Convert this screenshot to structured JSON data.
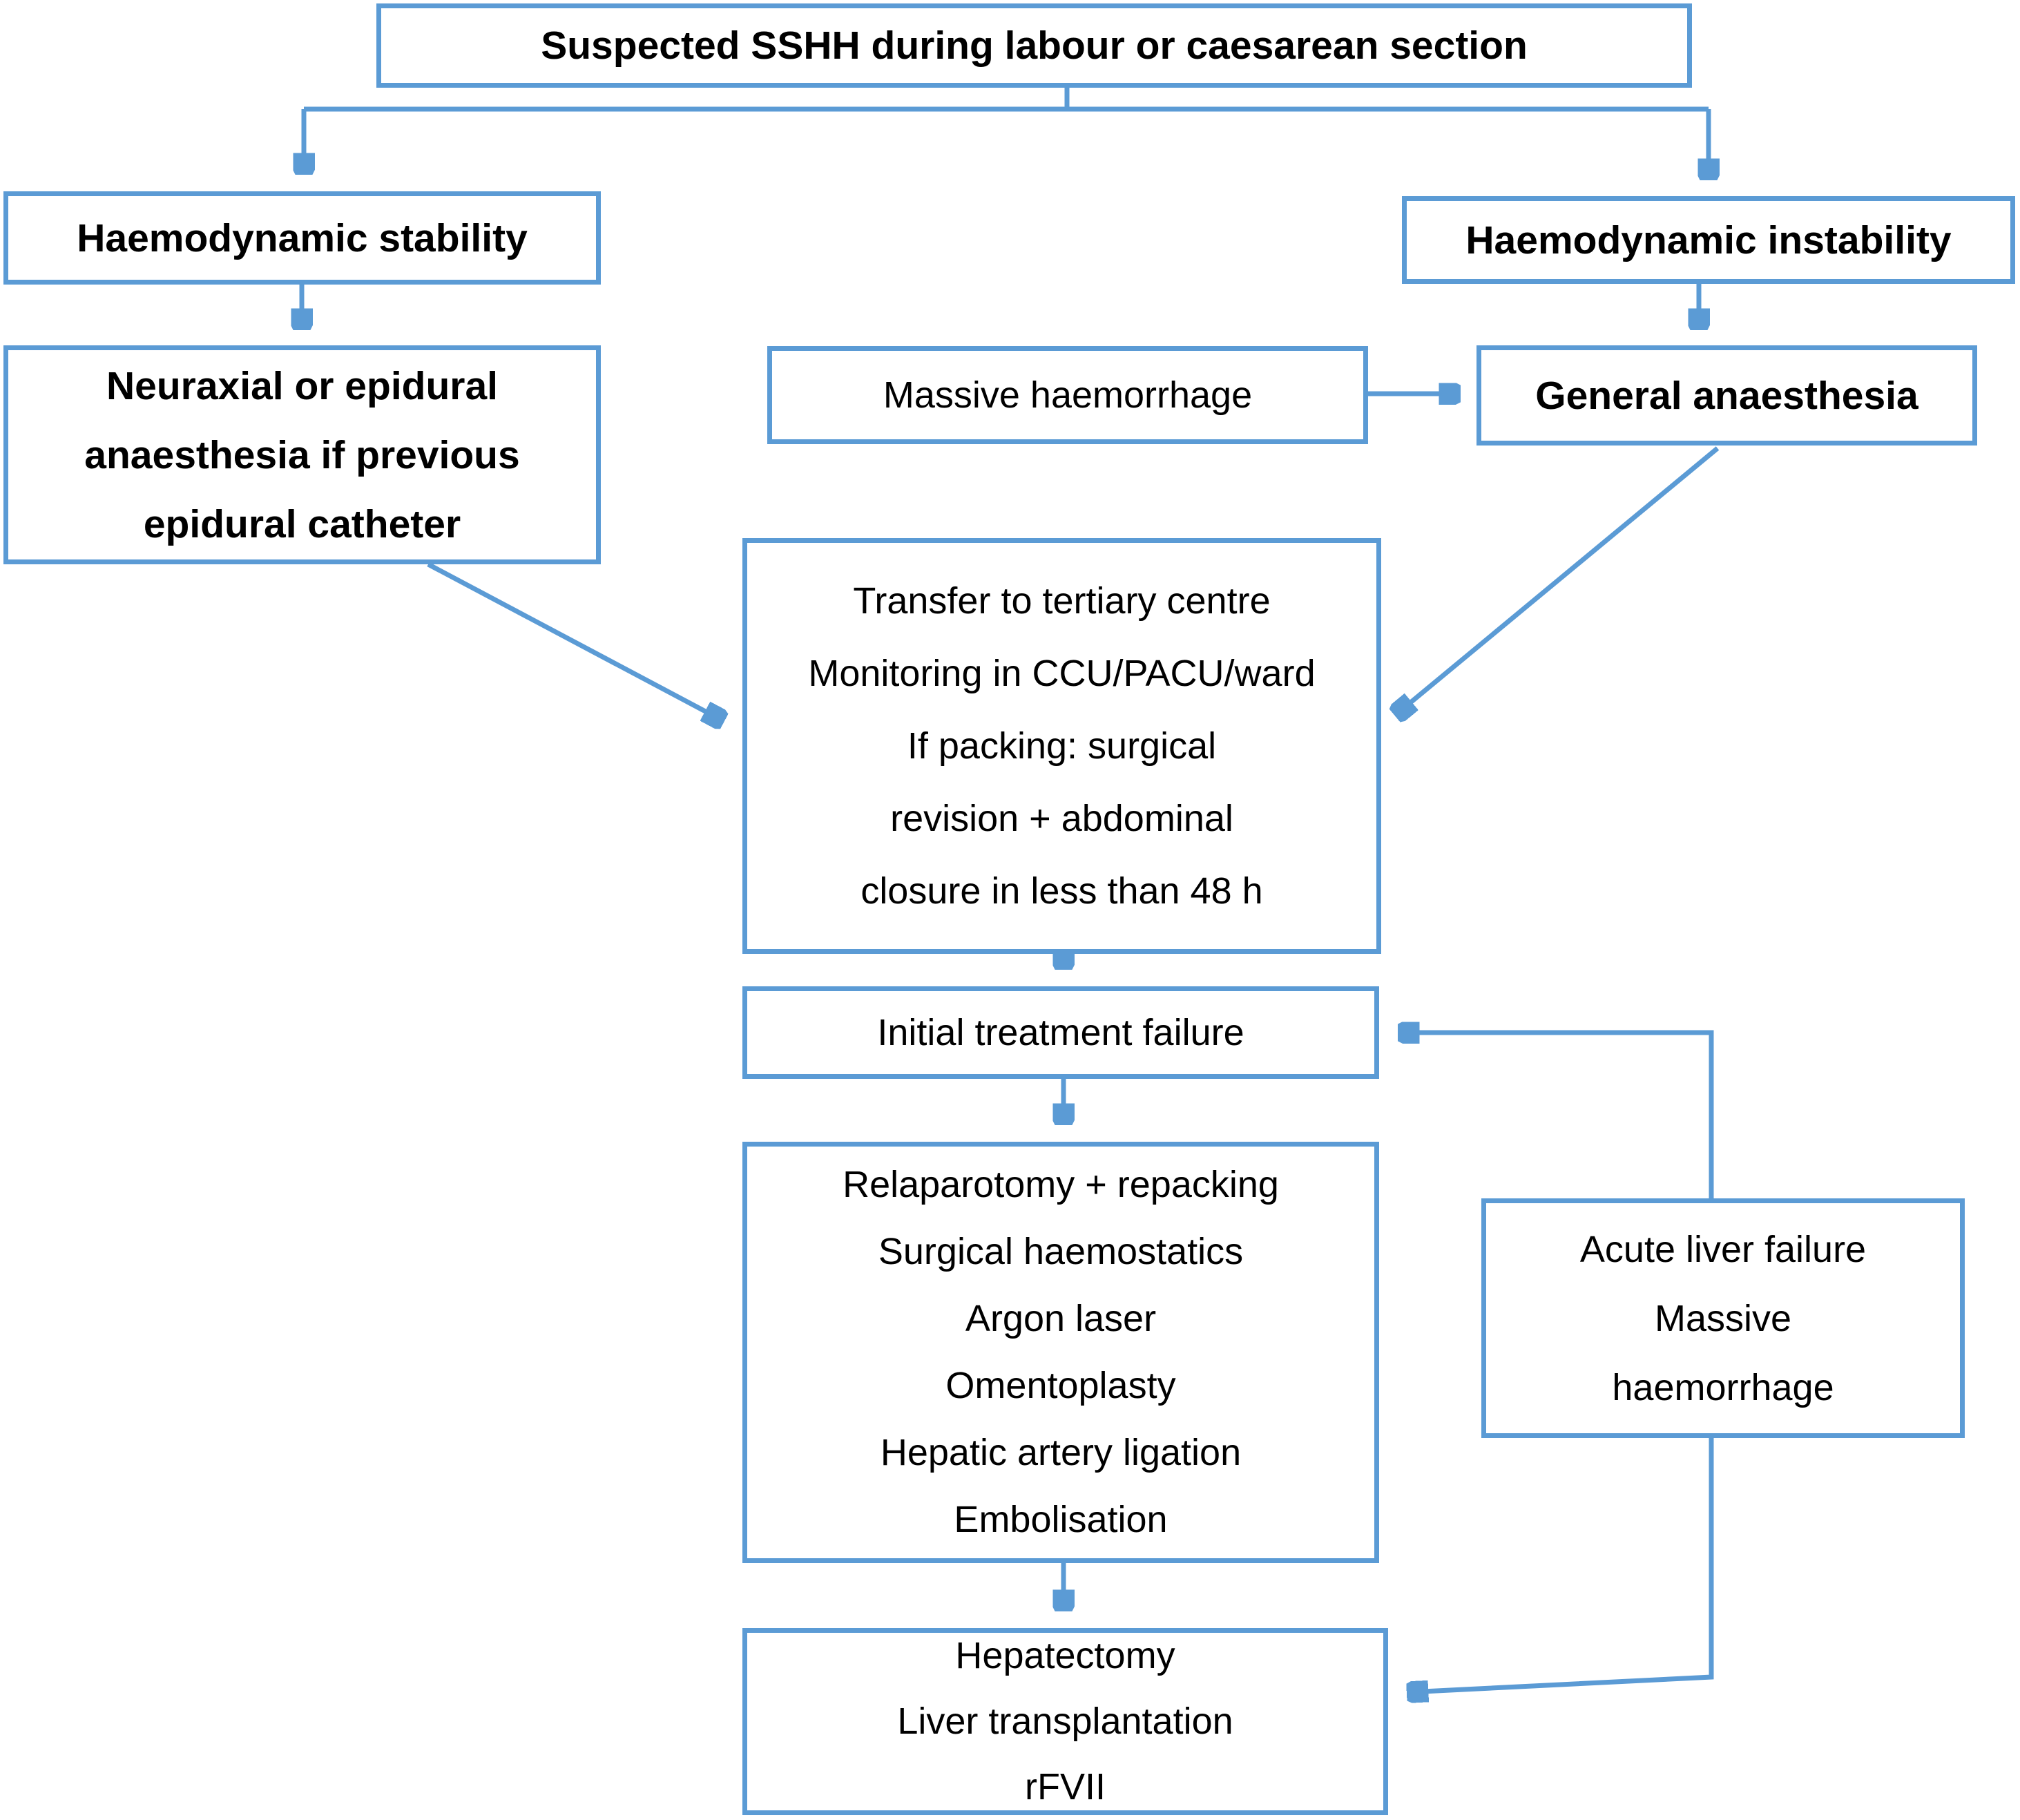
{
  "title": "Suspected SSHH flowchart",
  "colors": {
    "accent": "#5B9BD5",
    "text": "#000000",
    "background": "#FFFFFF"
  },
  "nodes": {
    "suspected": {
      "lines": [
        "Suspected SSHH during labour or caesarean section"
      ],
      "bold": true
    },
    "stability": {
      "lines": [
        "Haemodynamic stability"
      ],
      "bold": true
    },
    "neuraxial": {
      "lines": [
        "Neuraxial or epidural",
        "anaesthesia if previous",
        "epidural catheter"
      ],
      "bold": true
    },
    "massive": {
      "lines": [
        "Massive haemorrhage"
      ],
      "bold": false
    },
    "instability": {
      "lines": [
        "Haemodynamic instability"
      ],
      "bold": true
    },
    "general": {
      "lines": [
        "General anaesthesia"
      ],
      "bold": true
    },
    "transfer": {
      "lines": [
        "Transfer to tertiary centre",
        "Monitoring in CCU/PACU/ward",
        "If packing: surgical",
        "revision + abdominal",
        "closure in less than 48 h"
      ],
      "bold": false
    },
    "initial": {
      "lines": [
        "Initial treatment failure"
      ],
      "bold": false
    },
    "relaparotomy": {
      "lines": [
        "Relaparotomy + repacking",
        "Surgical haemostatics",
        "Argon laser",
        "Omentoplasty",
        "Hepatic artery ligation",
        "Embolisation"
      ],
      "bold": false
    },
    "acute": {
      "lines": [
        "Acute liver failure",
        "Massive",
        "haemorrhage"
      ],
      "bold": false
    },
    "hepatectomy": {
      "lines": [
        "Hepatectomy",
        "Liver transplantation",
        "rFVII"
      ],
      "bold": false
    }
  },
  "edges": [
    "suspected -> stability",
    "suspected -> instability",
    "stability -> neuraxial",
    "instability -> general",
    "massive -> general",
    "neuraxial -> transfer",
    "general -> transfer",
    "transfer -> initial",
    "initial -> relaparotomy",
    "relaparotomy -> hepatectomy",
    "acute -> initial",
    "acute -> hepatectomy"
  ]
}
